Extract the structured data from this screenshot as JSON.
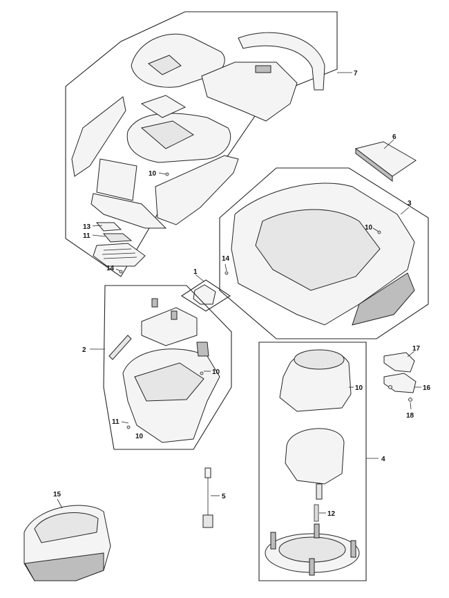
{
  "callouts": {
    "c1": "1",
    "c2": "2",
    "c3": "3",
    "c4": "4",
    "c5": "5",
    "c6": "6",
    "c7": "7",
    "c10a": "10",
    "c10b": "10",
    "c10c": "10",
    "c10d": "10",
    "c10e": "10",
    "c11a": "11",
    "c11b": "11",
    "c12": "12",
    "c13": "13",
    "c14a": "14",
    "c14b": "14",
    "c15": "15",
    "c16": "16",
    "c17": "17",
    "c18": "18"
  }
}
